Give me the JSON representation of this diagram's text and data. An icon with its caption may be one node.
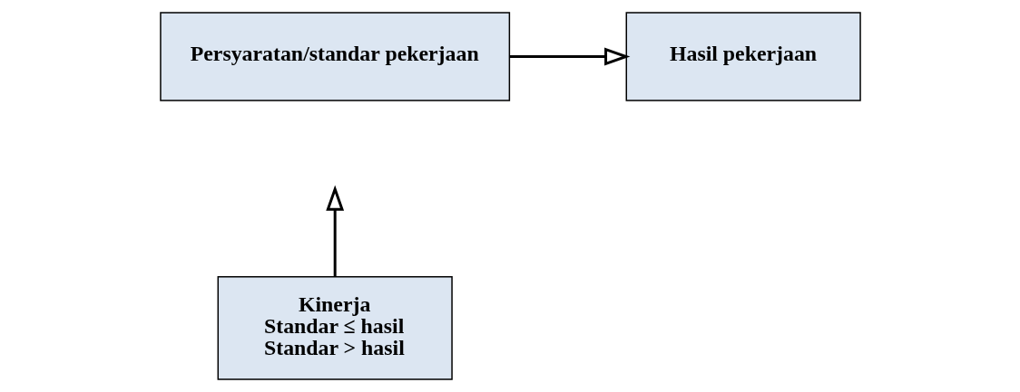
{
  "diagram": {
    "nodes": [
      {
        "text": [
          "Persyaratan/standar pekerjaan"
        ]
      },
      {
        "text": [
          "Hasil pekerjaan"
        ]
      },
      {
        "text": [
          "Kinerja",
          "Standar ≤ hasil",
          "Standar > hasil"
        ]
      }
    ],
    "edges": [
      {
        "from": 0,
        "to": 1,
        "arrow": "to"
      },
      {
        "from": 2,
        "to": null,
        "arrow": "to"
      }
    ]
  }
}
